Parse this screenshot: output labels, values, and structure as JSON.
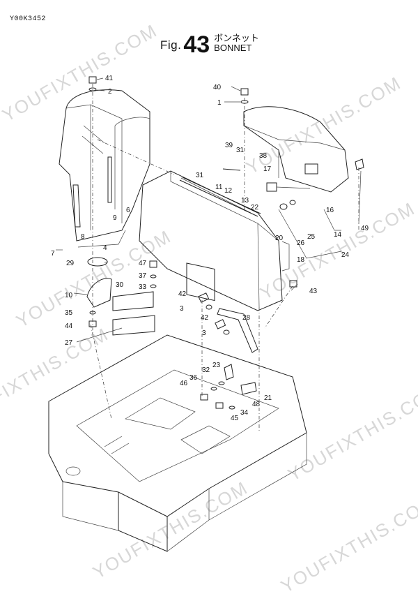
{
  "doc_code": "Y00K3452",
  "figure": {
    "prefix": "Fig.",
    "number": "43",
    "name_jp": "ボンネット",
    "name_en": "BONNET"
  },
  "watermark": "YOUFIXTHIS.COM",
  "callouts": [
    "41",
    "2",
    "40",
    "1",
    "39",
    "31",
    "38",
    "17",
    "31",
    "11",
    "12",
    "13",
    "22",
    "16",
    "14",
    "49",
    "26",
    "25",
    "24",
    "6",
    "9",
    "8",
    "7",
    "4",
    "29",
    "20",
    "18",
    "47",
    "37",
    "33",
    "30",
    "10",
    "42",
    "43",
    "3",
    "28",
    "35",
    "44",
    "42",
    "3",
    "27",
    "32",
    "23",
    "36",
    "46",
    "21",
    "34",
    "48",
    "45"
  ]
}
